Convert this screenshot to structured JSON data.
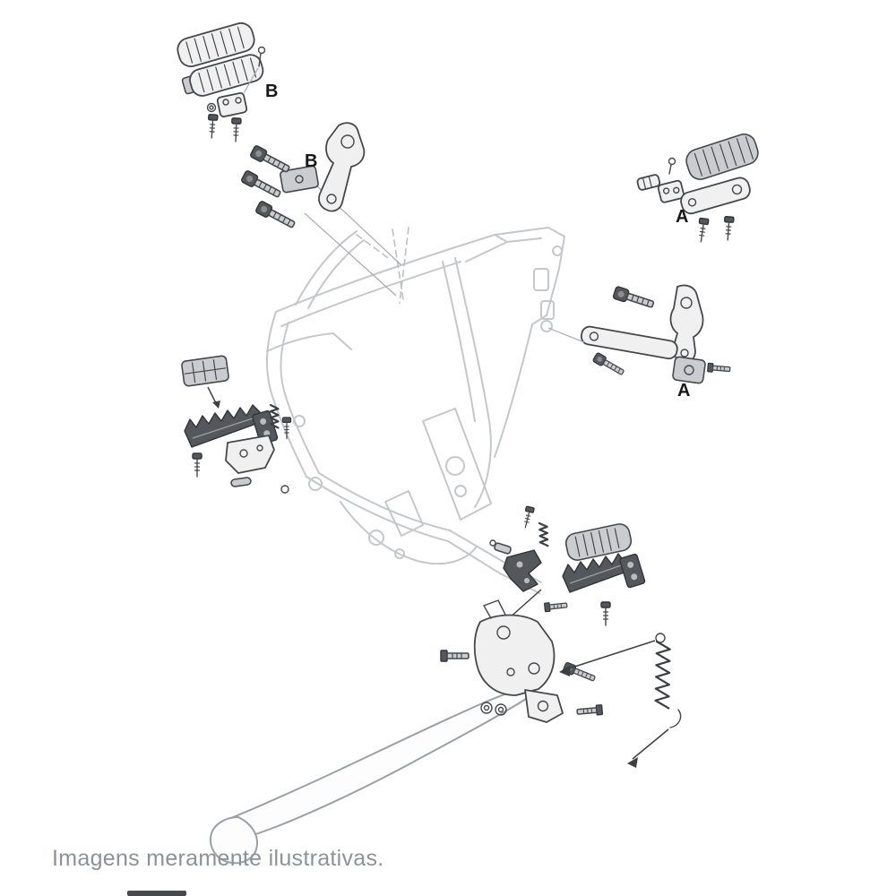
{
  "page": {
    "background": "#ffffff"
  },
  "diagram": {
    "kind": "exploded-parts-diagram",
    "subject": "motorcycle footpegs and side stand assembly",
    "labels": [
      {
        "text": "B"
      },
      {
        "text": "B"
      },
      {
        "text": "A"
      },
      {
        "text": "A"
      }
    ],
    "colors": {
      "frame_line": "#c4c7cb",
      "part_outline": "#45484c",
      "part_fill_light": "#f0f0f1",
      "part_fill_mid": "#caccd0",
      "part_fill_dark": "#54585c",
      "label_text": "#17181a"
    }
  },
  "caption": {
    "text": "Imagens meramente ilustrativas.",
    "color": "#8d9298"
  }
}
